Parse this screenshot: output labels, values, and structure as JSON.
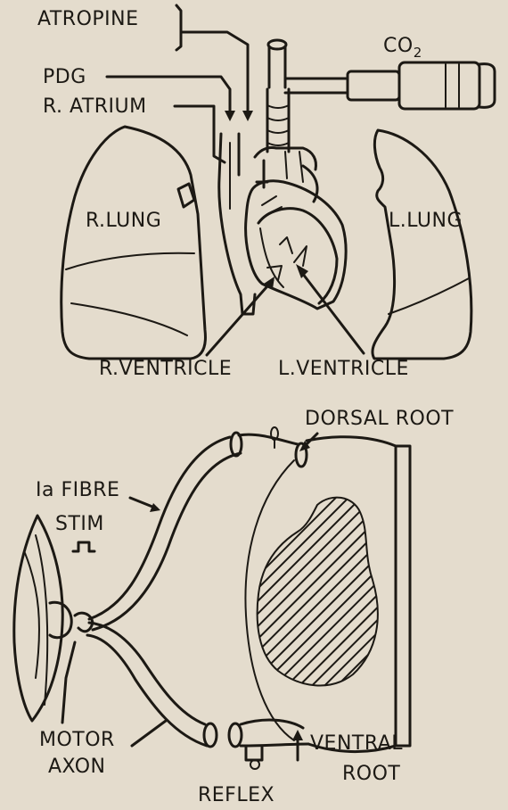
{
  "colors": {
    "paper": "#e4dccd",
    "ink": "#1c1914"
  },
  "top_figure": {
    "labels": {
      "atropine": "ATROPINE",
      "co2_base": "CO",
      "co2_sub": "2",
      "pdg": "PDG",
      "r_atrium": "R. ATRIUM",
      "r_lung": "R.LUNG",
      "l_lung": "L.LUNG",
      "r_ventricle": "R.VENTRICLE",
      "l_ventricle": "L.VENTRICLE"
    }
  },
  "bottom_figure": {
    "labels": {
      "dorsal_root": "DORSAL ROOT",
      "ia_fibre": "Ia FIBRE",
      "stim": "STIM",
      "motor": "MOTOR",
      "axon": "AXON",
      "ventral": "VENTRAL",
      "root": "ROOT",
      "reflex": "REFLEX"
    }
  }
}
